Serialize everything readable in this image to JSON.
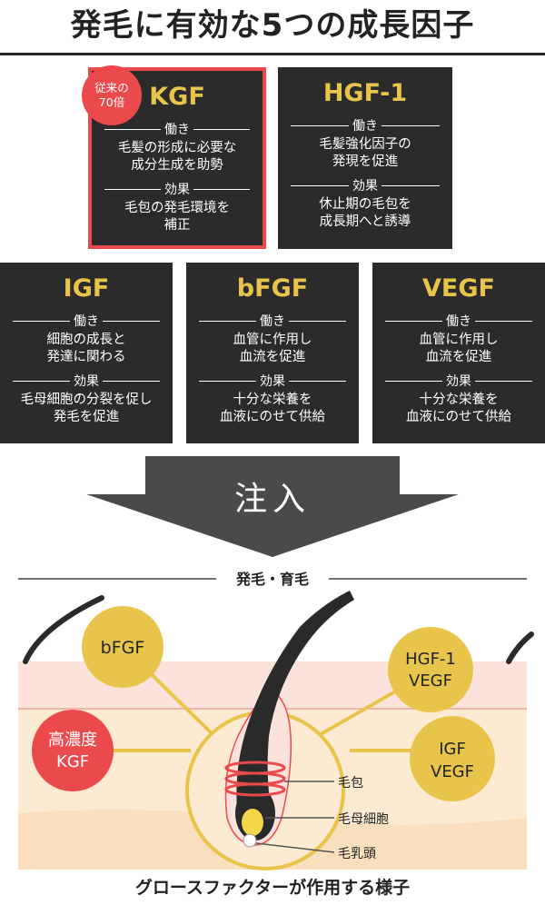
{
  "title": "発毛に有効な5つの成長因子",
  "labels": {
    "action": "働き",
    "effect": "効果"
  },
  "badge": {
    "line1": "従来の",
    "line2": "70倍"
  },
  "factors": [
    {
      "name": "KGF",
      "action": [
        "毛髪の形成に必要な",
        "成分生成を助勢"
      ],
      "effect": [
        "毛包の発毛環境を",
        "補正"
      ]
    },
    {
      "name": "HGF-1",
      "action": [
        "毛髪強化因子の",
        "発現を促進"
      ],
      "effect": [
        "休止期の毛包を",
        "成長期へと誘導"
      ]
    },
    {
      "name": "IGF",
      "action": [
        "細胞の成長と",
        "発達に関わる"
      ],
      "effect": [
        "毛母細胞の分裂を促し",
        "発毛を促進"
      ]
    },
    {
      "name": "bFGF",
      "action": [
        "血管に作用し",
        "血流を促進"
      ],
      "effect": [
        "十分な栄養を",
        "血液にのせて供給"
      ]
    },
    {
      "name": "VEGF",
      "action": [
        "血管に作用し",
        "血流を促進"
      ],
      "effect": [
        "十分な栄養を",
        "血液にのせて供給"
      ]
    }
  ],
  "arrow_label": "注入",
  "growth_label": "発毛・育毛",
  "circles": {
    "bfgf": "bFGF",
    "kgf": [
      "高濃度",
      "KGF"
    ],
    "hgf": [
      "HGF-1",
      "VEGF"
    ],
    "igf": [
      "IGF",
      "VEGF"
    ]
  },
  "parts": {
    "follicle": "毛包",
    "matrix": "毛母細胞",
    "papilla": "毛乳頭"
  },
  "caption": "グロースファクターが作用する様子",
  "colors": {
    "box_bg": "#2b2b2b",
    "factor_name": "#e8c54a",
    "accent_red": "#ea4a4c",
    "circle_yellow": "#e8c54a",
    "arrow_gray": "#4a4a4a",
    "skin_top": "#fbe3dc",
    "skin_body": "#fcebd2",
    "hair": "#2a2a2a"
  }
}
